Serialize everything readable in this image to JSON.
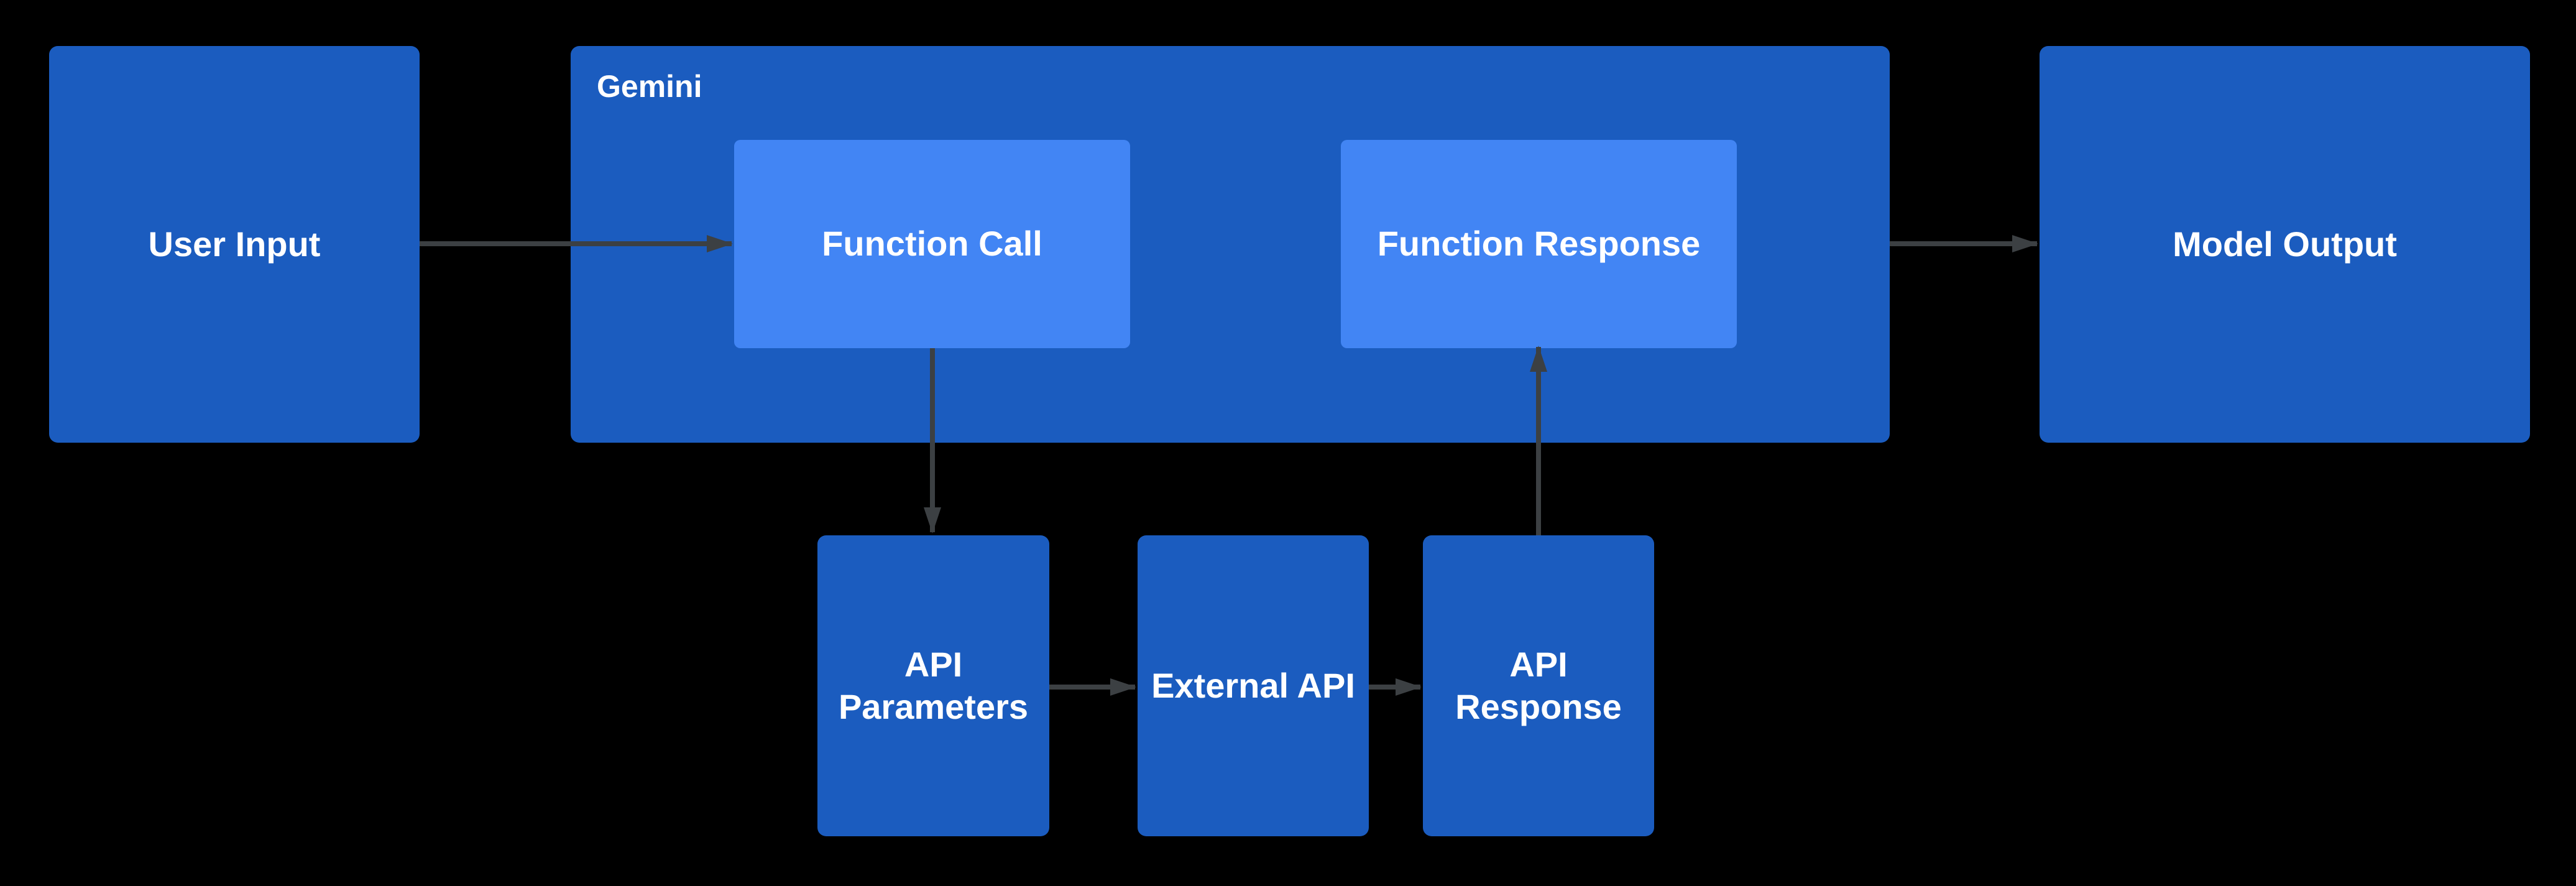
{
  "diagram": {
    "container": {
      "label": "Gemini"
    },
    "nodes": {
      "user_input": {
        "label": "User Input"
      },
      "function_call": {
        "label": "Function Call"
      },
      "function_response": {
        "label": "Function Response"
      },
      "model_output": {
        "label": "Model Output"
      },
      "api_parameters": {
        "label": "API Parameters"
      },
      "external_api": {
        "label": "External API"
      },
      "api_response": {
        "label": "API Response"
      }
    },
    "edges": [
      {
        "from": "user_input",
        "to": "function_call"
      },
      {
        "from": "function_call",
        "to": "api_parameters"
      },
      {
        "from": "api_parameters",
        "to": "external_api"
      },
      {
        "from": "external_api",
        "to": "api_response"
      },
      {
        "from": "api_response",
        "to": "function_response"
      },
      {
        "from": "gemini",
        "to": "model_output"
      }
    ],
    "colors": {
      "background": "#000000",
      "node_fill": "#1b5cbf",
      "inner_node_fill": "#4285f4",
      "arrow": "#3c4043",
      "text": "#ffffff"
    }
  }
}
